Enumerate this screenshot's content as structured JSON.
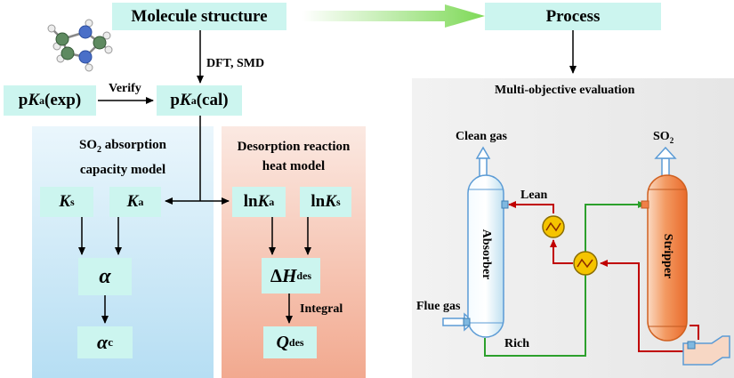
{
  "top": {
    "molecule_structure": "Molecule structure",
    "process": "Process",
    "dft_smd": "DFT, SMD",
    "verify": "Verify",
    "multi_objective": "Multi-objective evaluation"
  },
  "pka": {
    "exp_prefix": "p",
    "exp_K": "K",
    "exp_sub": "a",
    "exp_suffix": "(exp)",
    "cal_prefix": "p",
    "cal_K": "K",
    "cal_sub": "a",
    "cal_suffix": "(cal)"
  },
  "absorption": {
    "title_line1_pre": "SO",
    "title_line1_sub": "2",
    "title_line1_post": " absorption",
    "title_line2": "capacity model",
    "ks_K": "K",
    "ks_sub": "s",
    "ka_K": "K",
    "ka_sub": "a",
    "alpha": "α",
    "alpha_c": "α",
    "alpha_c_sub": "c"
  },
  "desorption": {
    "title_line1": "Desorption reaction",
    "title_line2": "heat model",
    "lnka_pre": "ln",
    "lnka_K": "K",
    "lnka_sub": "a",
    "lnks_pre": "ln",
    "lnks_K": "K",
    "lnks_sub": "s",
    "dh_pre": "Δ",
    "dh_H": "H",
    "dh_sub": "des",
    "integral": "Integral",
    "q_Q": "Q",
    "q_sub": "des"
  },
  "process_diagram": {
    "clean_gas": "Clean gas",
    "so2_pre": "SO",
    "so2_sub": "2",
    "lean": "Lean",
    "rich": "Rich",
    "flue_gas": "Flue gas",
    "absorber": "Absorber",
    "stripper": "Stripper"
  },
  "colors": {
    "box_fill": "#ccf5ef",
    "lean_line": "#c00000",
    "rich_line": "#2ca02c",
    "heat_exchanger": "#f5c400",
    "stripper_fill": "#f08048",
    "absorber_fill": "#d8eef8"
  }
}
